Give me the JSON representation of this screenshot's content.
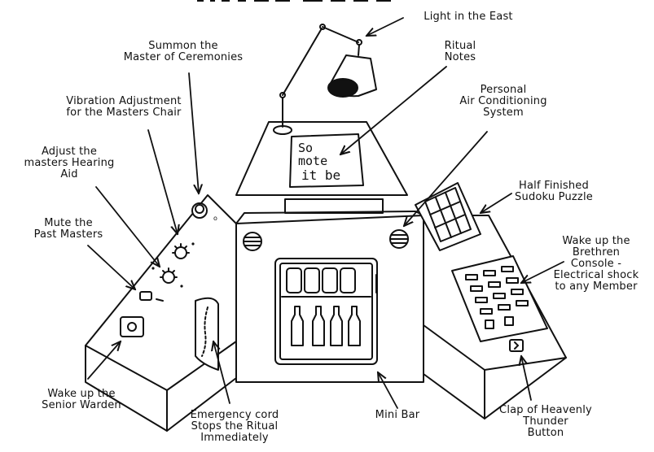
{
  "title_partial": "",
  "labels": {
    "light_east": "Light in the East",
    "ritual_notes": "Ritual\nNotes",
    "summon_master": "Summon the\nMaster of Ceremonies",
    "vibration": "Vibration Adjustment\nfor the Masters Chair",
    "air_conditioning": "Personal\nAir Conditioning\nSystem",
    "hearing_aid": "Adjust the\nmasters Hearing\nAid",
    "sudoku": "Half Finished\nSudoku Puzzle",
    "mute_past_masters": "Mute the\nPast Masters",
    "brethren_console": "Wake up the\nBrethren\nConsole -\nElectrical shock\nto any Member",
    "senior_warden": "Wake up the\nSenior Warden",
    "emergency_cord": "Emergency cord\nStops the Ritual\nImmediately",
    "mini_bar": "Mini Bar",
    "thunder": "Clap of Heavenly\nThunder\nButton"
  },
  "notes_text": {
    "line1": "So",
    "line2": "mote",
    "line3": "it be"
  }
}
